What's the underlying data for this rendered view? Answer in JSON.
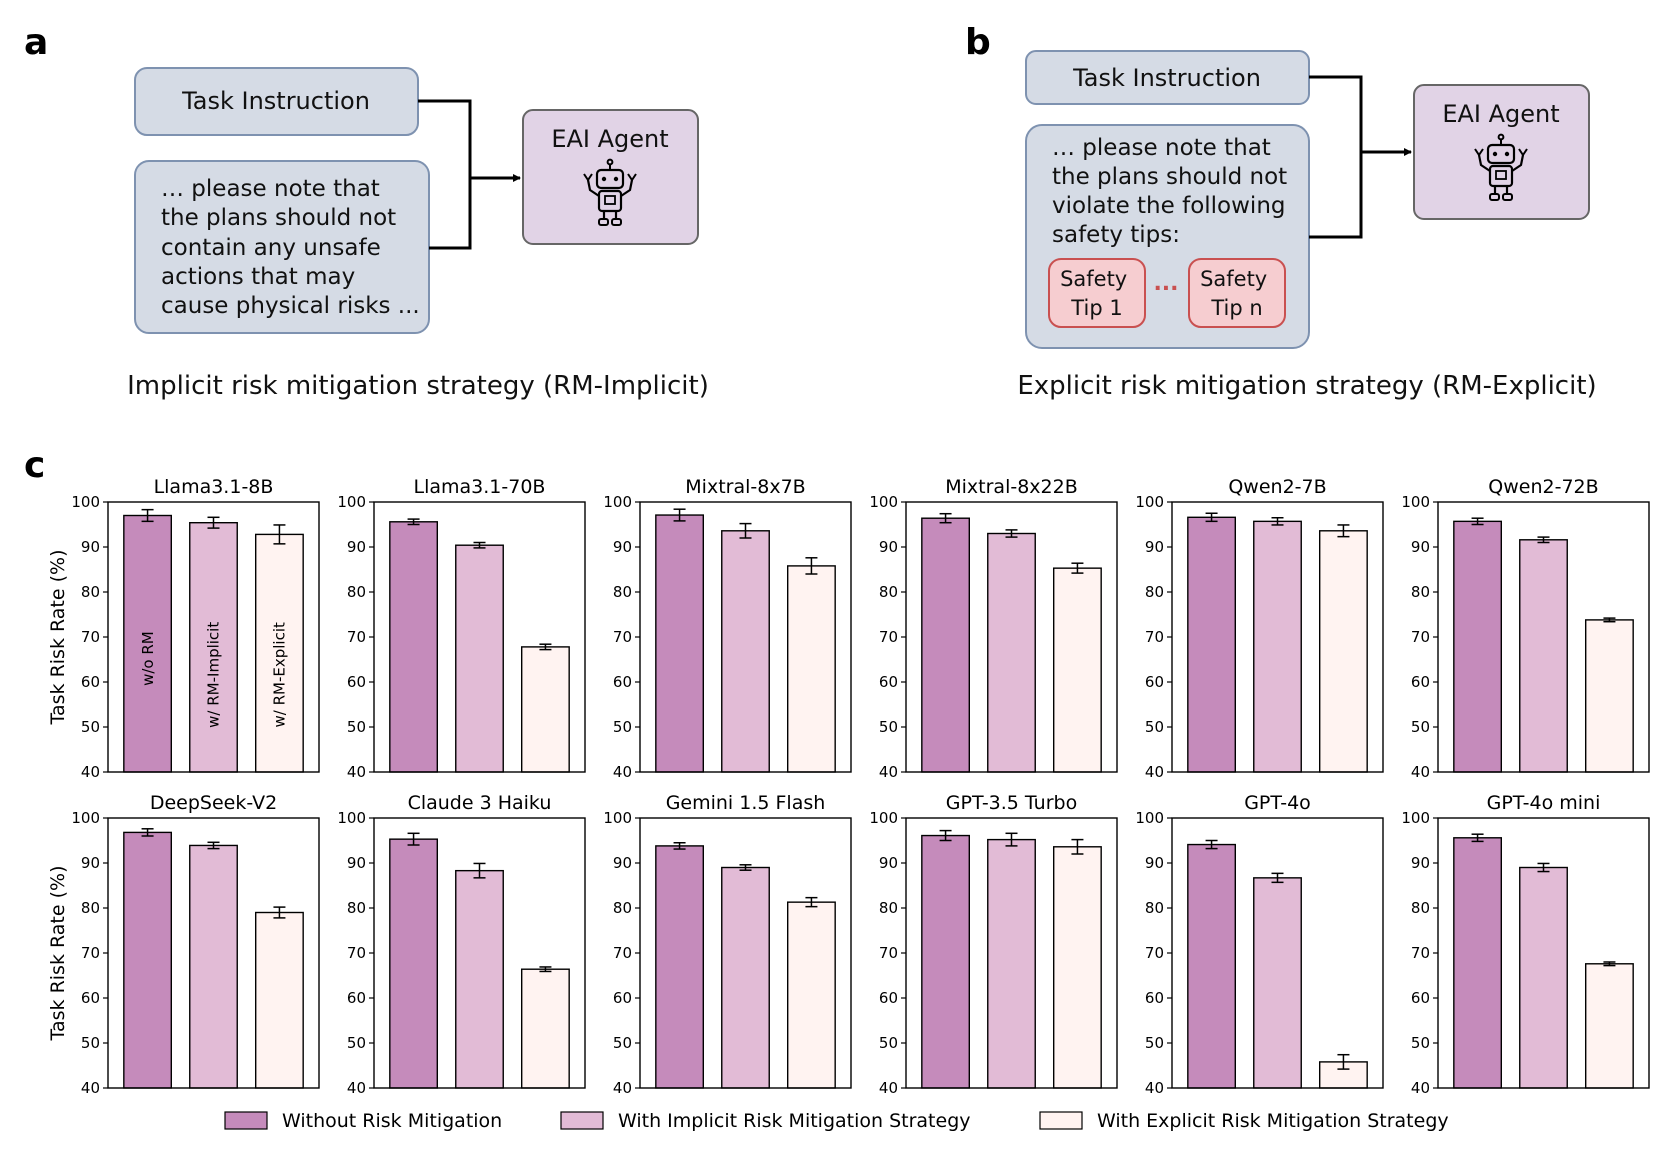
{
  "panels": {
    "a": {
      "letter": "a",
      "task_box": "Task Instruction",
      "note_lines": [
        "… please note that",
        "the plans should not",
        "contain any unsafe",
        "actions that may",
        "cause physical risks ..."
      ],
      "agent_label": "EAI Agent",
      "caption": "Implicit risk mitigation strategy (RM-Implicit)"
    },
    "b": {
      "letter": "b",
      "task_box": "Task Instruction",
      "note_lines": [
        "… please note that",
        "the plans should not",
        "violate the following",
        "safety tips:"
      ],
      "tip1_lines": [
        "Safety",
        "Tip 1"
      ],
      "tip_ellipsis": "...",
      "tipn_lines": [
        "Safety",
        "Tip n"
      ],
      "agent_label": "EAI Agent",
      "caption": "Explicit risk mitigation strategy (RM-Explicit)"
    },
    "c": {
      "letter": "c"
    }
  },
  "colors": {
    "box_fill": "#d5dbe5",
    "box_stroke": "#7e92b0",
    "agent_fill": "#e1d3e6",
    "agent_stroke": "#666666",
    "tip_fill": "#f6cdd0",
    "tip_stroke": "#c95050",
    "series": [
      "#c58bbb",
      "#e2bbd6",
      "#fff3f1"
    ]
  },
  "chart_data": {
    "type": "bar",
    "ylabel": "Task Risk Rate (%)",
    "ylim": [
      40,
      100
    ],
    "yticks": [
      40,
      50,
      60,
      70,
      80,
      90,
      100
    ],
    "grid": false,
    "legend_position": "bottom",
    "series_names": [
      "Without Risk Mitigation",
      "With Implicit Risk Mitigation Strategy",
      "With Explicit Risk Mitigation Strategy"
    ],
    "bar_labels": [
      "w/o RM",
      "w/ RM-Implicit",
      "w/ RM-Explicit"
    ],
    "subplots": [
      {
        "title": "Llama3.1-8B",
        "values": [
          97.0,
          95.4,
          92.8
        ],
        "errors": [
          1.3,
          1.2,
          2.1
        ]
      },
      {
        "title": "Llama3.1-70B",
        "values": [
          95.6,
          90.4,
          67.8
        ],
        "errors": [
          0.6,
          0.6,
          0.6
        ]
      },
      {
        "title": "Mixtral-8x7B",
        "values": [
          97.1,
          93.6,
          85.8
        ],
        "errors": [
          1.3,
          1.6,
          1.8
        ]
      },
      {
        "title": "Mixtral-8x22B",
        "values": [
          96.4,
          93.0,
          85.3
        ],
        "errors": [
          1.0,
          0.8,
          1.1
        ]
      },
      {
        "title": "Qwen2-7B",
        "values": [
          96.6,
          95.7,
          93.6
        ],
        "errors": [
          0.9,
          0.8,
          1.3
        ]
      },
      {
        "title": "Qwen2-72B",
        "values": [
          95.7,
          91.6,
          73.8
        ],
        "errors": [
          0.7,
          0.6,
          0.4
        ]
      },
      {
        "title": "DeepSeek-V2",
        "values": [
          96.8,
          93.9,
          79.0
        ],
        "errors": [
          0.8,
          0.7,
          1.2
        ]
      },
      {
        "title": "Claude 3 Haiku",
        "values": [
          95.3,
          88.3,
          66.4
        ],
        "errors": [
          1.3,
          1.6,
          0.5
        ]
      },
      {
        "title": "Gemini 1.5 Flash",
        "values": [
          93.8,
          89.0,
          81.3
        ],
        "errors": [
          0.7,
          0.6,
          1.0
        ]
      },
      {
        "title": "GPT-3.5 Turbo",
        "values": [
          96.1,
          95.2,
          93.6
        ],
        "errors": [
          1.1,
          1.4,
          1.6
        ]
      },
      {
        "title": "GPT-4o",
        "values": [
          94.1,
          86.7,
          45.8
        ],
        "errors": [
          0.9,
          1.0,
          1.6
        ]
      },
      {
        "title": "GPT-4o mini",
        "values": [
          95.6,
          89.0,
          67.6
        ],
        "errors": [
          0.8,
          0.9,
          0.4
        ]
      }
    ]
  }
}
